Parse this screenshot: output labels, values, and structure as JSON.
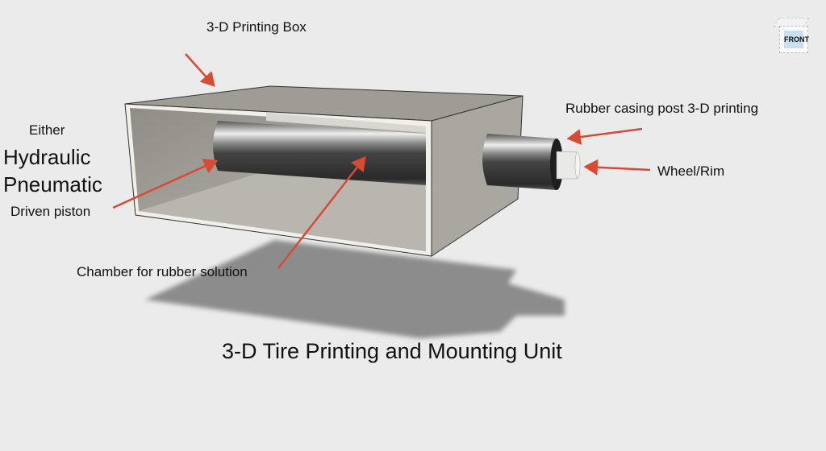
{
  "labels": {
    "printing_box": "3-D Printing Box",
    "either": "Either",
    "hydraulic": "Hydraulic",
    "pneumatic": "Pneumatic",
    "driven_piston": "Driven piston",
    "chamber": "Chamber for rubber solution",
    "rubber_casing": "Rubber casing post 3-D printing",
    "wheel_rim": "Wheel/Rim",
    "title": "3-D Tire Printing and Mounting Unit"
  },
  "viewcube": {
    "face_label": "FRONT"
  },
  "colors": {
    "arrow": "#d84a33",
    "background": "#ebebeb",
    "box": "#a8a69f"
  }
}
